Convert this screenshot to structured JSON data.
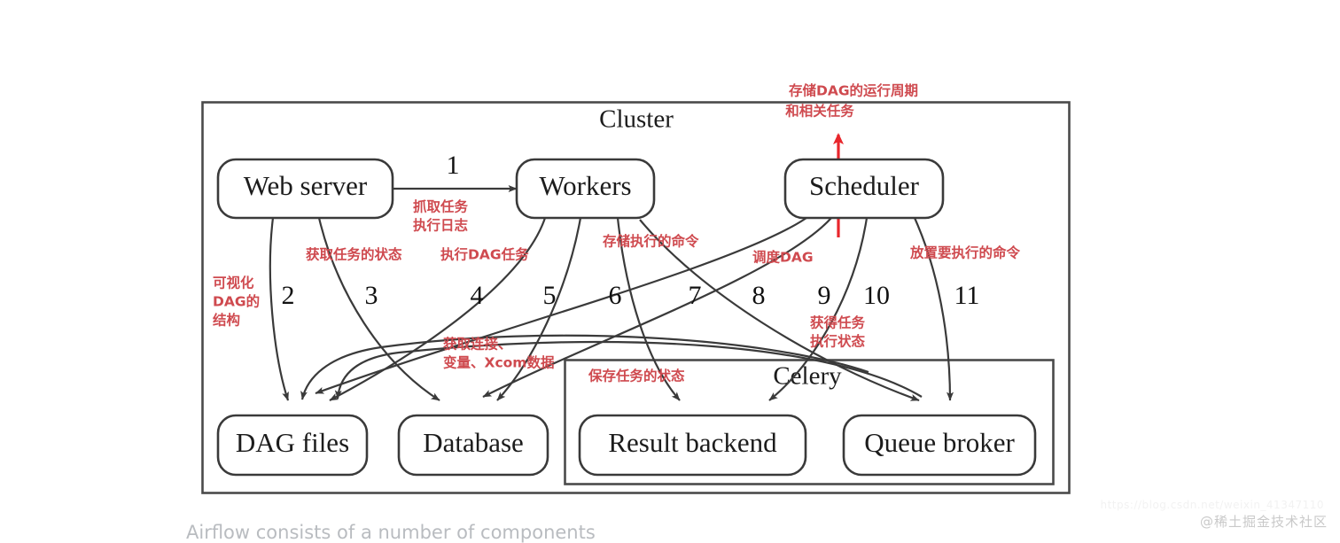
{
  "figure": {
    "caption_partial": "Airflow consists of a number of components",
    "watermark": "@稀土掘金技术社区",
    "watermark_url": "https://blog.csdn.net/weixin_41347110",
    "accent_red": "#cf4a4f",
    "arrow_red": "#e8262c",
    "line_color": "#3a3a3a"
  },
  "groups": [
    {
      "id": "cluster",
      "title": "Cluster"
    },
    {
      "id": "celery",
      "title": "Celery"
    }
  ],
  "nodes": [
    {
      "id": "web-server",
      "label": "Web server"
    },
    {
      "id": "workers",
      "label": "Workers"
    },
    {
      "id": "scheduler",
      "label": "Scheduler"
    },
    {
      "id": "dag-files",
      "label": "DAG files"
    },
    {
      "id": "database",
      "label": "Database"
    },
    {
      "id": "result-backend",
      "label": "Result backend"
    },
    {
      "id": "queue-broker",
      "label": "Queue broker"
    }
  ],
  "edge_numbers": [
    {
      "id": "1",
      "value": "1"
    },
    {
      "id": "2",
      "value": "2"
    },
    {
      "id": "3",
      "value": "3"
    },
    {
      "id": "4",
      "value": "4"
    },
    {
      "id": "5",
      "value": "5"
    },
    {
      "id": "6",
      "value": "6"
    },
    {
      "id": "7",
      "value": "7"
    },
    {
      "id": "8",
      "value": "8"
    },
    {
      "id": "9",
      "value": "9"
    },
    {
      "id": "10",
      "value": "10"
    },
    {
      "id": "11",
      "value": "11"
    }
  ],
  "annotations": {
    "store_dag_schedule_l1": "存储DAG的运行周期",
    "store_dag_schedule_l2": "和相关任务",
    "fetch_task_logs_l1": "抓取任务",
    "fetch_task_logs_l2": "执行日志",
    "visualize_dag_l1": "可视化",
    "visualize_dag_l2": "DAG的",
    "visualize_dag_l3": "结构",
    "get_task_state": "获取任务的状态",
    "run_dag_task": "执行DAG任务",
    "store_exec_command": "存储执行的命令",
    "schedule_dag": "调度DAG",
    "place_command": "放置要执行的命令",
    "get_conn_vars_l1": "获取连接、",
    "get_conn_vars_l2": "变量、Xcom数据",
    "save_task_state": "保存任务的状态",
    "get_task_exec_state_l1": "获得任务",
    "get_task_exec_state_l2": "执行状态"
  }
}
